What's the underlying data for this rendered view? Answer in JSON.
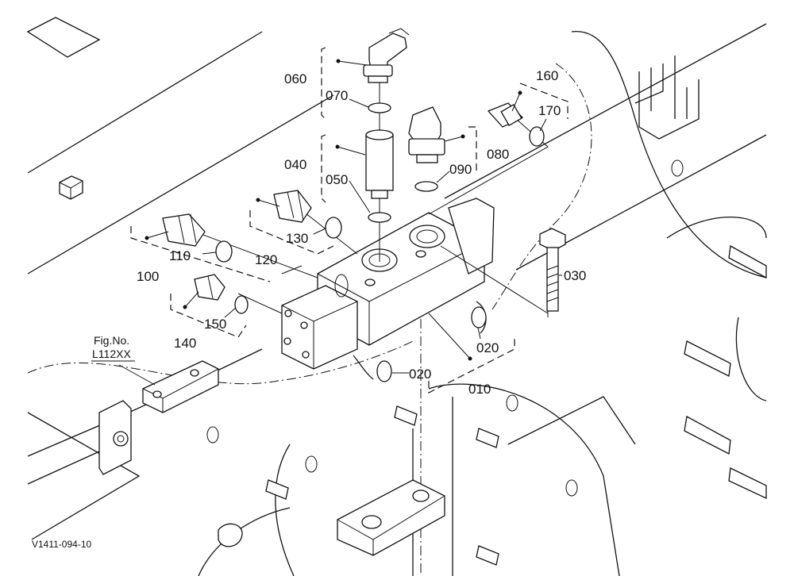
{
  "diagram": {
    "parts": {
      "p010": "010",
      "p020a": "020",
      "p020b": "020",
      "p030": "030",
      "p040": "040",
      "p050": "050",
      "p060": "060",
      "p070": "070",
      "p080": "080",
      "p090": "090",
      "p100": "100",
      "p110": "110",
      "p120": "120",
      "p130": "130",
      "p140": "140",
      "p150": "150",
      "p160": "160",
      "p170": "170"
    },
    "figure_reference": {
      "line1": "Fig.No.",
      "line2": "L112XX"
    },
    "drawing_code": "V1411-094-10"
  }
}
